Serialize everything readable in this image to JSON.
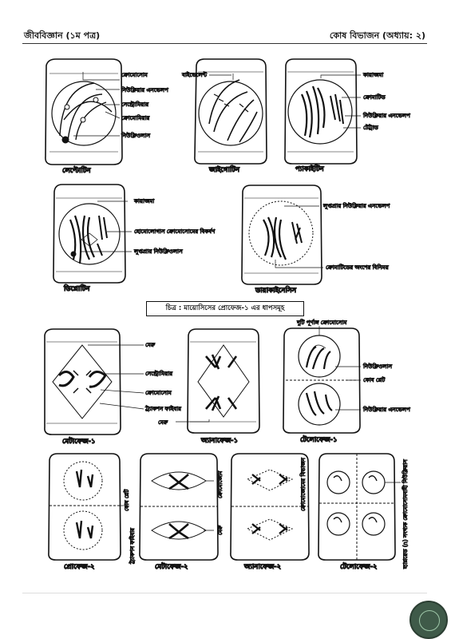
{
  "header": {
    "left_title": "জীববিজ্ঞান (১ম পত্র)",
    "right_title": "কোষ বিভাজন (অধ্যায়: ২)"
  },
  "prophase1": {
    "leptotene": {
      "name": "লেপ্টোটিন",
      "labels": [
        "ক্রোমোসোম",
        "নিউক্লিয়ার এনভেলপ",
        "সেন্ট্রোমিয়ার",
        "ক্রোমোমিয়ার",
        "নিউক্লিওলাস"
      ]
    },
    "zygotene": {
      "name": "জাইগোটিন",
      "labels": [
        "বাইভেলেন্ট"
      ]
    },
    "pachytene": {
      "name": "প্যাকাইটিন",
      "labels": [
        "কায়াজমা",
        "ক্রোমাটিড",
        "নিউক্লিয়ার এনভেলপ",
        "টেট্রাড"
      ]
    },
    "diplotene": {
      "name": "ডিপ্লোটিন",
      "labels": [
        "কায়াজমা",
        "হোমোলোগাস ক্রোমোসোমের বিকর্ষণ",
        "লুপ্তপ্রায় নিউক্লিওলাস"
      ]
    },
    "diakinesis": {
      "name": "ডায়াকাইনেসিস",
      "labels": [
        "লুপ্তপ্রায় নিউক্লিয়ার এনভেলপ",
        "ক্রোমাটিডের অংশের বিনিময়"
      ]
    }
  },
  "caption": "চিত্র : মায়োসিসের প্রোফেজ-১ এর ধাপসমূহ",
  "meiosis1": {
    "metaphase1": {
      "name": "মেটাফেজ-১",
      "labels": [
        "মেরু",
        "সেন্ট্রোমিয়ার",
        "ক্রোমোসোম",
        "ট্র্যাকশন ফাইবার"
      ]
    },
    "anaphase1": {
      "name": "অ্যানাফেজ-১",
      "labels": [
        "মেরু"
      ]
    },
    "telophase1": {
      "name": "টেলোফেজ-১",
      "labels": [
        "দুটি পূর্ণাঙ্গ ক্রোমোসোম",
        "নিউক্লিওলাস",
        "কোষ প্লেট",
        "নিউক্লিয়ার এনভেলপ"
      ]
    }
  },
  "meiosis2": {
    "prophase2": {
      "name": "প্রোফেজ-২",
      "labels": [
        "কোষ প্লেট",
        "ট্র্যাকশন ফাইবার"
      ]
    },
    "metaphase2": {
      "name": "মেটাফেজ-২",
      "labels": [
        "ক্রোমোজোম",
        "মেরু"
      ]
    },
    "anaphase2": {
      "name": "অ্যানাফেজ-২",
      "labels": [
        "ক্রোমোজোমের বিভাজন"
      ]
    },
    "telophase2": {
      "name": "টেলোফেজ-২",
      "labels": [
        "হ্যাপ্লয়েড (n) সংখ্যক ক্রোমোসোমবাহী নিউক্লিয়াস"
      ]
    }
  },
  "logo": {
    "icon": "book-seal-icon",
    "color": "#3f5a49"
  }
}
